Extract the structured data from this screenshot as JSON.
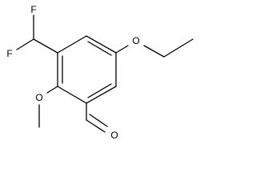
{
  "molecule": {
    "atoms": {
      "fluorine_top": "F",
      "fluorine_left": "F",
      "oxygen_methoxy": "O",
      "oxygen_ethoxy": "O",
      "oxygen_aldehyde": "O"
    },
    "colors": {
      "bond": "#000000",
      "label": "#000000",
      "background": "#ffffff"
    }
  }
}
